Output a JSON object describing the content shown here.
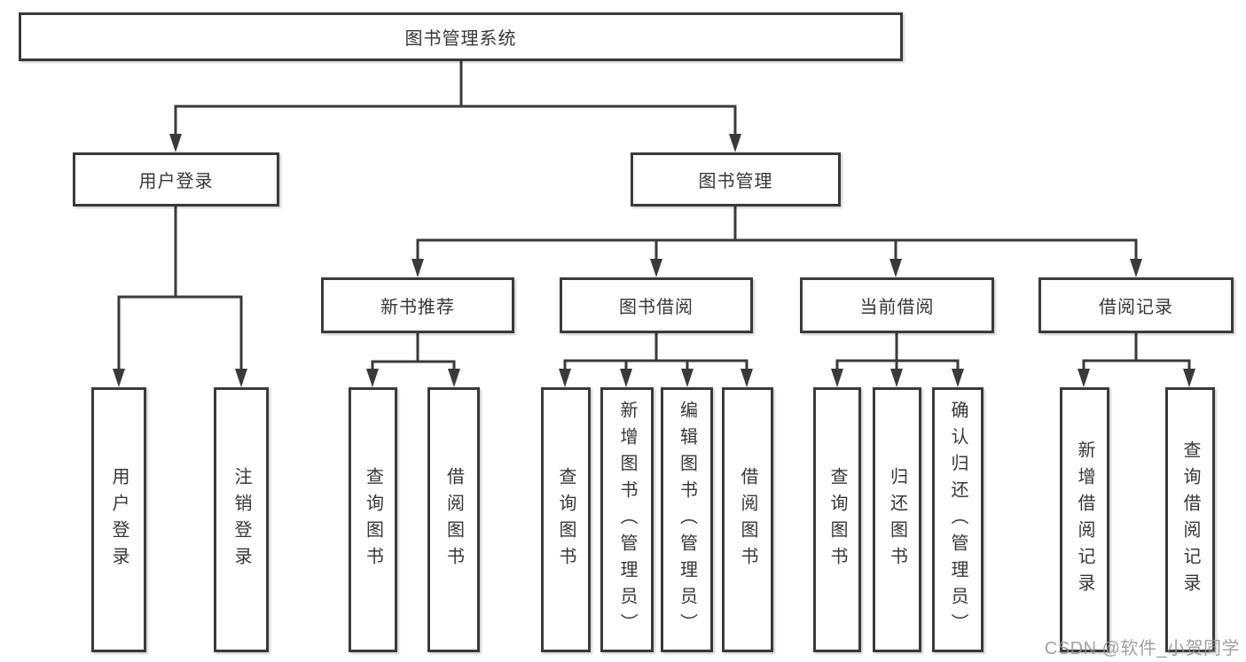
{
  "diagram_title": "图书管理系统",
  "tree": {
    "label": "图书管理系统",
    "children": [
      {
        "label": "用户登录",
        "children": [
          {
            "label": "用户登录"
          },
          {
            "label": "注销登录"
          }
        ]
      },
      {
        "label": "图书管理",
        "children": [
          {
            "label": "新书推荐",
            "children": [
              {
                "label": "查询图书"
              },
              {
                "label": "借阅图书"
              }
            ]
          },
          {
            "label": "图书借阅",
            "children": [
              {
                "label": "查询图书"
              },
              {
                "label": "新增图书（管理员）"
              },
              {
                "label": "编辑图书（管理员）"
              },
              {
                "label": "借阅图书"
              }
            ]
          },
          {
            "label": "当前借阅",
            "children": [
              {
                "label": "查询图书"
              },
              {
                "label": "归还图书"
              },
              {
                "label": "确认归还（管理员）"
              }
            ]
          },
          {
            "label": "借阅记录",
            "children": [
              {
                "label": "新增借阅记录"
              },
              {
                "label": "查询借阅记录"
              }
            ]
          }
        ]
      }
    ]
  },
  "watermark": {
    "text": "CSDN @软件_小贺同学"
  },
  "colors": {
    "line": "#3a3a3a",
    "node_text": "#36363b",
    "node_fill": "#ffffff",
    "watermark": "#949494",
    "background": "#ffffff"
  }
}
